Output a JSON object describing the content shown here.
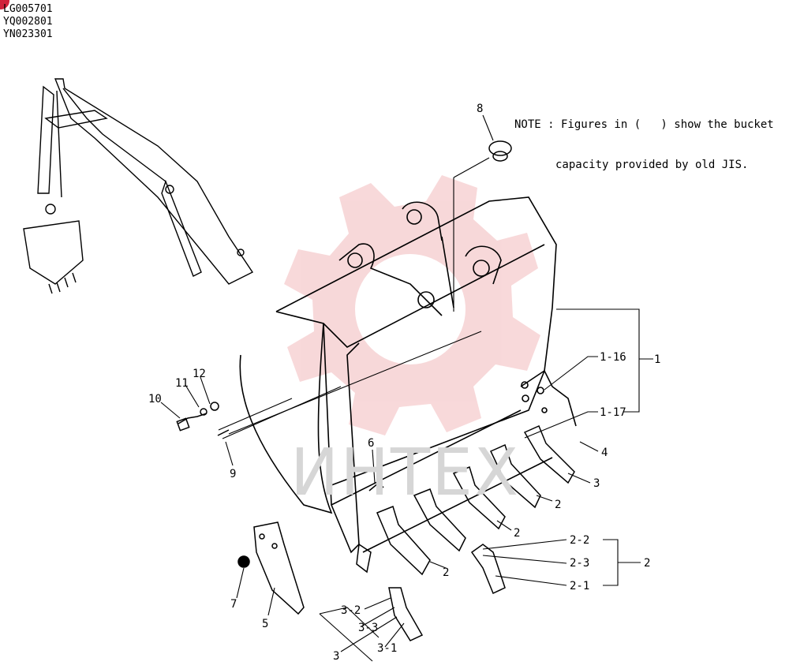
{
  "header_codes": [
    "LG005701",
    "YQ002801",
    "YN023301"
  ],
  "note": {
    "line1": "NOTE : Figures in (   ) show the bucket",
    "line2": "capacity provided by old JIS."
  },
  "watermark": "ИНТЕХ",
  "callouts": {
    "c8": "8",
    "c1_16": "1-16",
    "c1": "1",
    "c1_17": "1-17",
    "c4": "4",
    "c3a": "3",
    "c2a": "2",
    "c2b": "2",
    "c2c": "2",
    "c12": "12",
    "c11": "11",
    "c10": "10",
    "c9": "9",
    "c6": "6",
    "c7": "7",
    "c5": "5",
    "c2_2": "2-2",
    "c2_3": "2-3",
    "c2_1": "2-1",
    "c2d": "2",
    "c3_2": "3-2",
    "c3_3": "3-3",
    "c3b": "3",
    "c3_1": "3-1"
  },
  "colors": {
    "line": "#000000",
    "watermark": "#f2b9bb"
  }
}
